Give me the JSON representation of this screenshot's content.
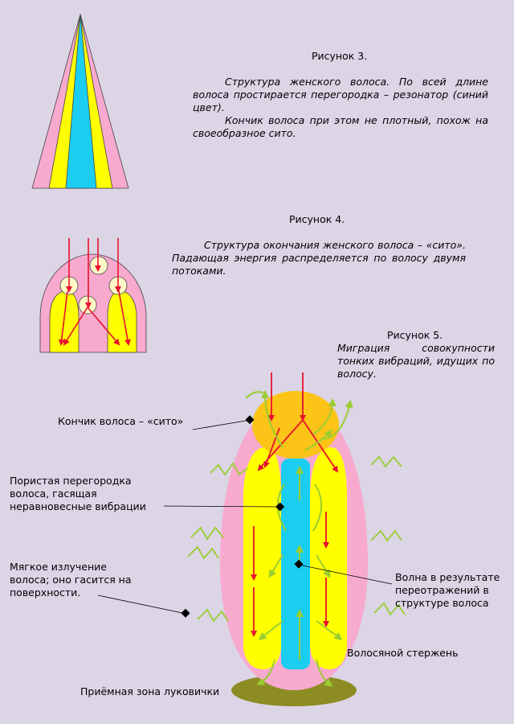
{
  "fig3": {
    "caption": "Рисунок 3.",
    "p1": "Структура женского волоса. По всей длине волоса простирается перегородка – резонатор (синий цвет).",
    "p2": "Кончик волоса при этом не плотный, похож на своеобразное сито."
  },
  "fig4": {
    "caption": "Рисунок 4.",
    "p1": "Структура окончания женского волоса – «сито». Падающая энергия распределяется по волосу двумя потоками."
  },
  "fig5": {
    "caption": "Рисунок 5.",
    "p1": "Миграция совокупности тонких вибраций, идущих по волосу.",
    "labels": {
      "tip": "Кончик волоса – «сито»",
      "septum": "Пористая перегородка волоса, гасящая неравновесные вибрации",
      "soft": "Мягкое излучение волоса; оно гасится на поверхности.",
      "wave": "Волна в результате переотражений в структуре волоса",
      "shaft": "Волосяной стержень",
      "bulb": "Приёмная зона луковички"
    }
  },
  "colors": {
    "background": "#dcd5e6",
    "pink": "#f7a9ce",
    "yellow": "#ffff00",
    "blue": "#1ccdf2",
    "orange": "#fcc417",
    "olive": "#8c8c23",
    "red": "#e8112d",
    "green": "#9acd32",
    "sieve": "#fffac8"
  }
}
